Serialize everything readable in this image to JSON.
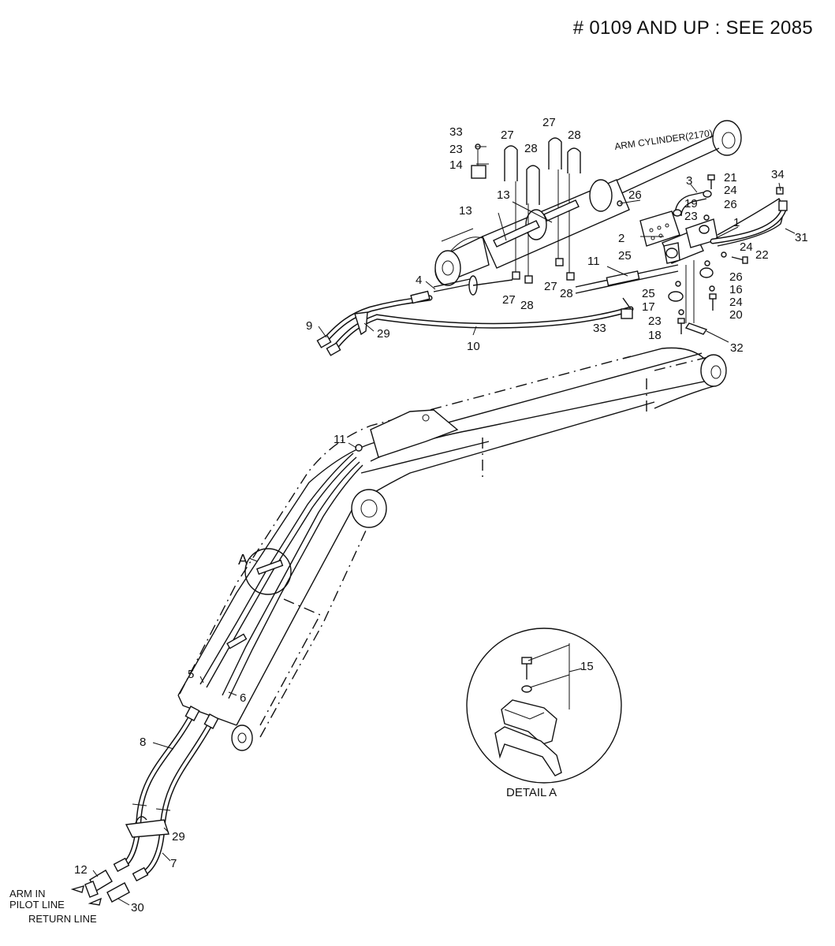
{
  "header": {
    "note": "# 0109 AND UP : SEE 2085"
  },
  "cylinder": {
    "label": "ARM CYLINDER(2170)"
  },
  "detail": {
    "circle_letter": "A",
    "caption": "DETAIL  A"
  },
  "ports": {
    "arm_in_line1": "ARM IN",
    "arm_in_line2": "PILOT LINE",
    "return_line": "RETURN LINE"
  },
  "part_numbers": [
    "33",
    "23",
    "14",
    "27",
    "28",
    "27",
    "28",
    "13",
    "13",
    "26",
    "3",
    "21",
    "24",
    "19",
    "23",
    "26",
    "34",
    "1",
    "31",
    "2",
    "25",
    "24",
    "22",
    "11",
    "26",
    "25",
    "16",
    "4",
    "17",
    "24",
    "20",
    "27",
    "28",
    "27",
    "28",
    "23",
    "33",
    "18",
    "9",
    "29",
    "10",
    "32",
    "11",
    "5",
    "6",
    "15",
    "8",
    "29",
    "12",
    "7",
    "30"
  ]
}
